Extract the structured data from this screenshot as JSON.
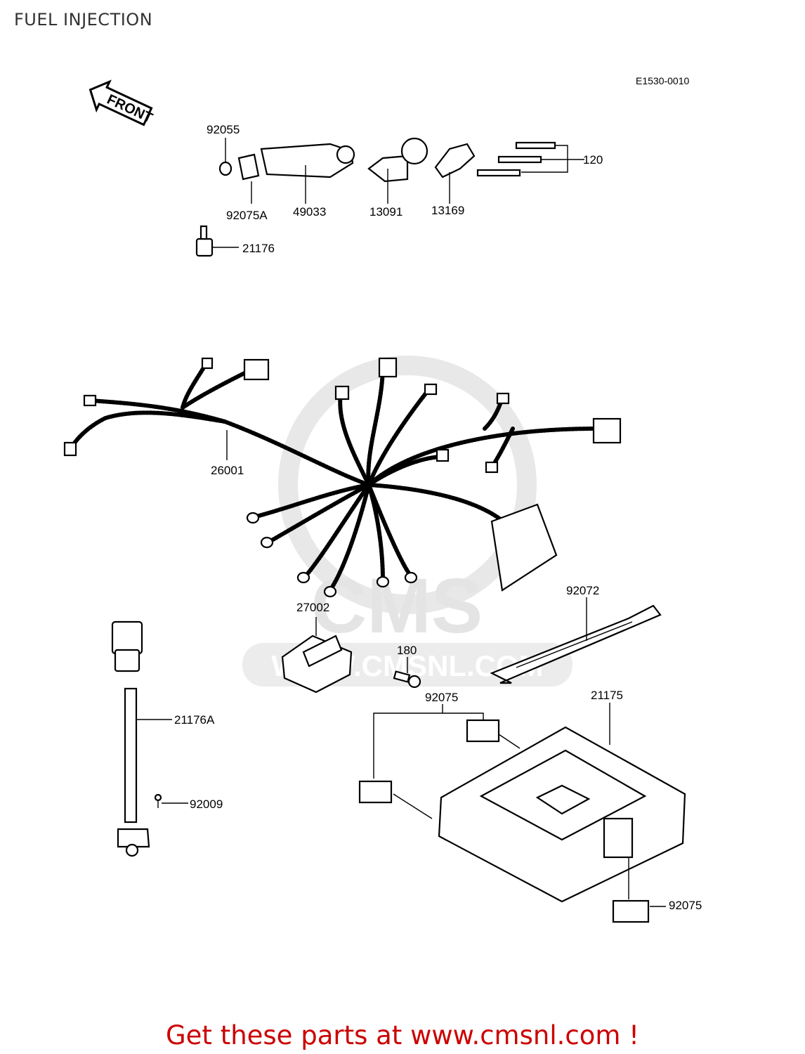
{
  "title": "FUEL INJECTION",
  "diagram_ref": "E1530-0010",
  "front_label": "FRONT",
  "watermark": {
    "logo": "CMS",
    "site": "WWW.CMSNL.COM"
  },
  "parts": [
    {
      "id": "p-92055",
      "label": "92055"
    },
    {
      "id": "p-92075a",
      "label": "92075A"
    },
    {
      "id": "p-49033",
      "label": "49033"
    },
    {
      "id": "p-13091",
      "label": "13091"
    },
    {
      "id": "p-13169",
      "label": "13169"
    },
    {
      "id": "p-120",
      "label": "120"
    },
    {
      "id": "p-21176",
      "label": "21176"
    },
    {
      "id": "p-26001",
      "label": "26001"
    },
    {
      "id": "p-27002",
      "label": "27002"
    },
    {
      "id": "p-180",
      "label": "180"
    },
    {
      "id": "p-92072",
      "label": "92072"
    },
    {
      "id": "p-21176a",
      "label": "21176A"
    },
    {
      "id": "p-92009",
      "label": "92009"
    },
    {
      "id": "p-92075-top",
      "label": "92075"
    },
    {
      "id": "p-21175",
      "label": "21175"
    },
    {
      "id": "p-92075-bottom",
      "label": "92075"
    }
  ],
  "footer": "Get these parts at www.cmsnl.com !"
}
